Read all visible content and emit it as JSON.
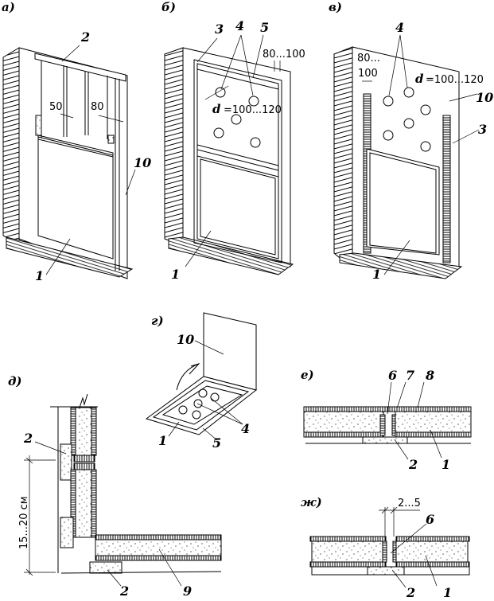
{
  "title": "Panel installation diagrams",
  "figures": {
    "a": {
      "label": "а)",
      "callouts": {
        "c2": "2",
        "c10": "10",
        "c1": "1"
      },
      "dims": {
        "d50": "50",
        "d80": "80"
      }
    },
    "b": {
      "label": "б)",
      "callouts": {
        "c3": "3",
        "c4": "4",
        "c5": "5",
        "c1": "1"
      },
      "dims": {
        "gap": "80...100",
        "d_sym": "d",
        "d_val": "=100...120"
      }
    },
    "v": {
      "label": "в)",
      "callouts": {
        "c4": "4",
        "c10": "10",
        "c3": "3",
        "c1": "1"
      },
      "dims": {
        "gap1": "80...",
        "gap2": "100",
        "d_sym": "d",
        "d_val": "=100...120"
      }
    },
    "g": {
      "label": "г)",
      "callouts": {
        "c10": "10",
        "c4": "4",
        "c1": "1",
        "c5": "5"
      }
    },
    "d": {
      "label": "д)",
      "callouts": {
        "c2a": "2",
        "c2b": "2",
        "c9": "9"
      },
      "dims": {
        "height": "15...20 см"
      }
    },
    "e": {
      "label": "е)",
      "callouts": {
        "c6": "6",
        "c7": "7",
        "c8": "8",
        "c2": "2",
        "c1": "1"
      }
    },
    "zh": {
      "label": "ж)",
      "callouts": {
        "c6": "6",
        "c2": "2",
        "c1": "1"
      },
      "dims": {
        "gap": "2...5"
      }
    }
  }
}
